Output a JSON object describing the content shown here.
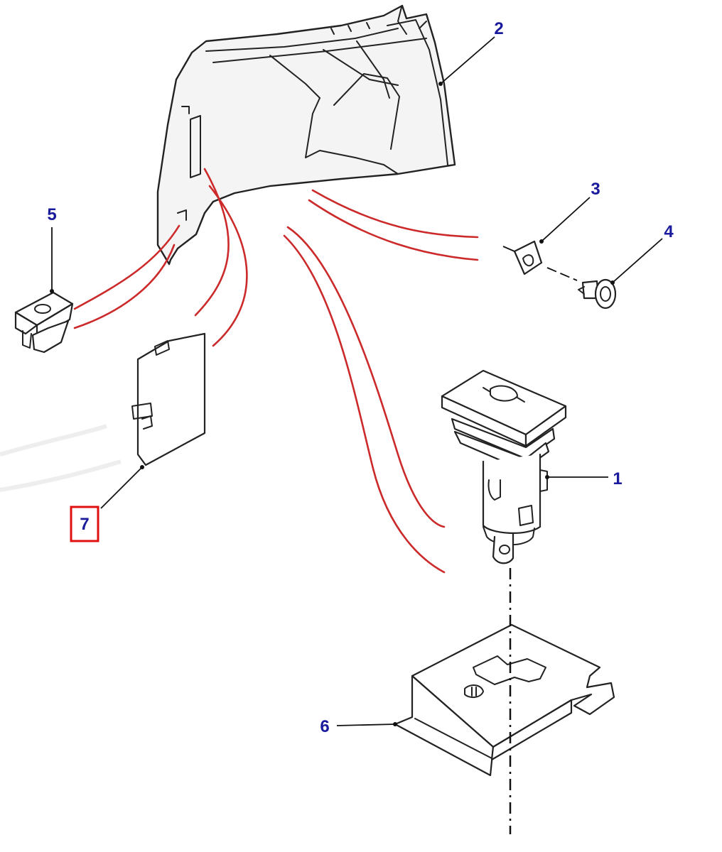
{
  "diagram": {
    "callouts": [
      {
        "id": "1",
        "label": "1"
      },
      {
        "id": "2",
        "label": "2"
      },
      {
        "id": "3",
        "label": "3"
      },
      {
        "id": "4",
        "label": "4"
      },
      {
        "id": "5",
        "label": "5"
      },
      {
        "id": "6",
        "label": "6"
      },
      {
        "id": "7",
        "label": "7"
      }
    ],
    "highlighted_callout": "7",
    "colors": {
      "callout_text": "#1a1a9c",
      "route_lines": "#cc2a2a",
      "highlight_box": "#e01010",
      "line_art": "#222222"
    }
  }
}
